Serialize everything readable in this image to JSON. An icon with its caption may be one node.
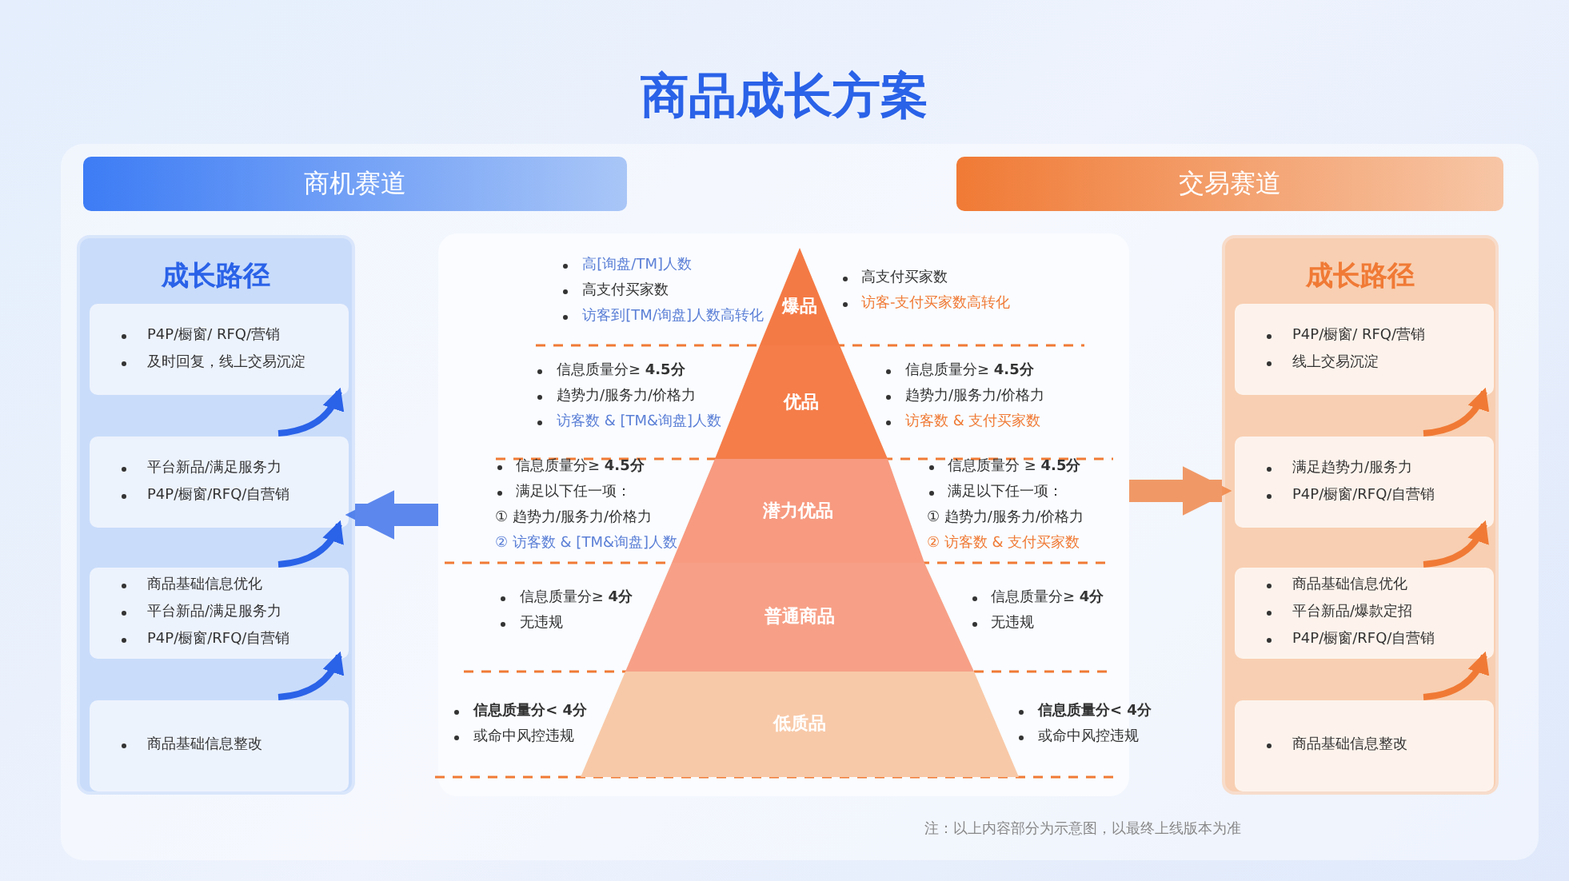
{
  "diagram": {
    "title": "商品成长方案",
    "nodes": [
      {
        "text": [
          "商机赛道"
        ]
      },
      {
        "text": [
          "交易赛道"
        ]
      },
      {
        "text": [
          "成长路径"
        ]
      },
      {
        "text": [
          "P4P/橱窗/ RFQ/营销",
          "及时回复，线上交易沉淀"
        ],
        "in": 2
      },
      {
        "text": [
          "平台新品/满足服务力",
          "P4P/橱窗/RFQ/自营销"
        ],
        "in": 2
      },
      {
        "text": [
          "商品基础信息优化",
          "平台新品/满足服务力",
          "P4P/橱窗/RFQ/自营销"
        ],
        "in": 2
      },
      {
        "text": [
          "商品基础信息整改"
        ],
        "in": 2
      },
      {
        "text": [
          "成长路径"
        ]
      },
      {
        "text": [
          "P4P/橱窗/ RFQ/营销",
          "线上交易沉淀"
        ],
        "in": 7
      },
      {
        "text": [
          "满足趋势力/服务力",
          "P4P/橱窗/RFQ/自营销"
        ],
        "in": 7
      },
      {
        "text": [
          "商品基础信息优化",
          "平台新品/爆款定招",
          "P4P/橱窗/RFQ/自营销"
        ],
        "in": 7
      },
      {
        "text": [
          "商品基础信息整改"
        ],
        "in": 7
      },
      {
        "text": [],
        "shape": "box"
      },
      {
        "text": [
          "爆品"
        ],
        "in": 12,
        "beside": [
          "高[询盘/TM]人数",
          "高支付买家数",
          "访客到[TM/询盘]人数高转化",
          "高支付买家数",
          "访客-支付买家数高转化"
        ]
      },
      {
        "text": [
          "优品"
        ],
        "in": 12,
        "beside": [
          "信息质量分≥ **4.5分**",
          "趋势力/服务力/价格力",
          "访客数 & [TM&询盘]人数",
          "信息质量分≥ **4.5分**",
          "趋势力/服务力/价格力",
          "访客数 & 支付买家数"
        ]
      },
      {
        "text": [
          "潜力优品"
        ],
        "in": 12,
        "beside": [
          "信息质量分≥ **4.5分**",
          "满足以下任一项：",
          "① 趋势力/服务力/价格力",
          "② 访客数 & [TM&询盘]人数",
          "信息质量分 ≥ **4.5分**",
          "满足以下任一项：",
          "① 趋势力/服务力/价格力",
          "② 访客数 & 支付买家数"
        ]
      },
      {
        "text": [
          "普通商品"
        ],
        "in": 12,
        "beside": [
          "信息质量分≥ **4分**",
          "无违规",
          "信息质量分≥ **4分**",
          "无违规"
        ]
      },
      {
        "text": [
          "低质品"
        ],
        "in": 12,
        "beside": [
          "**信息质量分< 4分**",
          "或命中风控违规",
          "**信息质量分< 4分**",
          "或命中风控违规"
        ]
      }
    ],
    "edges": [
      {
        "from": 6,
        "to": 5,
        "arrow": "to"
      },
      {
        "from": 5,
        "to": 4,
        "arrow": "to"
      },
      {
        "from": 4,
        "to": 3,
        "arrow": "to"
      },
      {
        "from": 11,
        "to": 10,
        "arrow": "to",
        "color": "#f07a35"
      },
      {
        "from": 10,
        "to": 9,
        "arrow": "to",
        "color": "#f07a35"
      },
      {
        "from": 9,
        "to": 8,
        "arrow": "to",
        "color": "#f07a35"
      },
      {
        "from": 12,
        "to": 2,
        "arrow": "to",
        "style": "thick"
      },
      {
        "from": 12,
        "to": 7,
        "arrow": "to",
        "style": "thick",
        "color": "#f07a35"
      }
    ],
    "labels": [
      "注：以上内容部分为示意图，以最终上线版本为准"
    ]
  }
}
